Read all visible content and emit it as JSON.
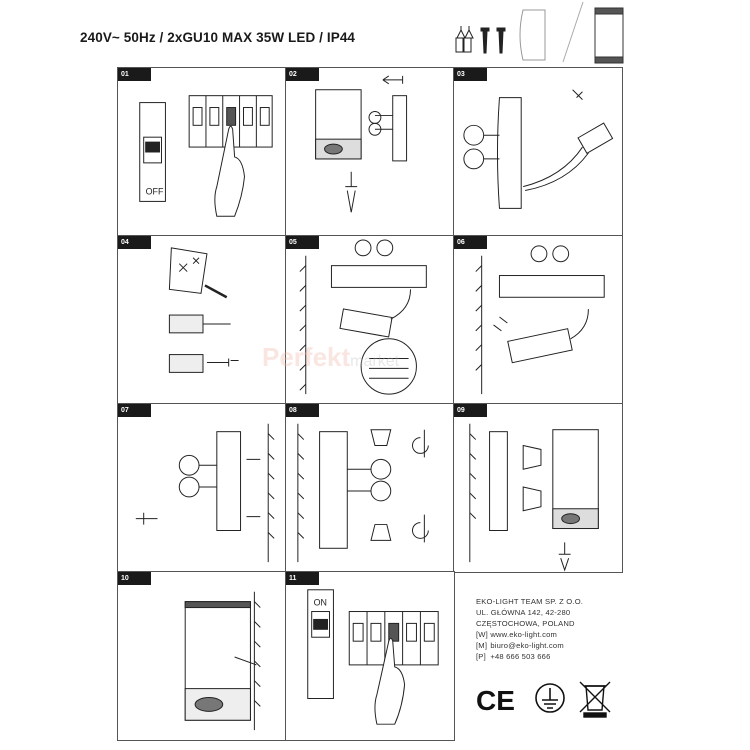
{
  "header": {
    "title": "240V~ 50Hz / 2xGU10 MAX 35W LED / IP44"
  },
  "panels": [
    {
      "num": "01",
      "switch_label": "OFF"
    },
    {
      "num": "02"
    },
    {
      "num": "03"
    },
    {
      "num": "04"
    },
    {
      "num": "05"
    },
    {
      "num": "06"
    },
    {
      "num": "07"
    },
    {
      "num": "08"
    },
    {
      "num": "09"
    },
    {
      "num": "10"
    },
    {
      "num": "11",
      "switch_label": "ON"
    }
  ],
  "company": {
    "name": "EKO-LIGHT TEAM SP. Z O.O.",
    "street": "UL. GŁÓWNA 142, 42-280",
    "city": "CZĘSTOCHOWA, POLAND",
    "www_tag": "[W]",
    "www": "www.eko-light.com",
    "mail_tag": "[M]",
    "mail": "biuro@eko-light.com",
    "phone_tag": "[P]",
    "phone": "+48 666 503 666"
  },
  "certifications": {
    "ce": "CE"
  },
  "watermark": {
    "brand": "Perfekt",
    "suffix": "market"
  },
  "icons": [
    "wall-plug-icon",
    "screw-icon",
    "fixture-side-icon",
    "fixture-front-icon",
    "ce-mark-icon",
    "earth-ground-icon",
    "weee-bin-icon"
  ]
}
